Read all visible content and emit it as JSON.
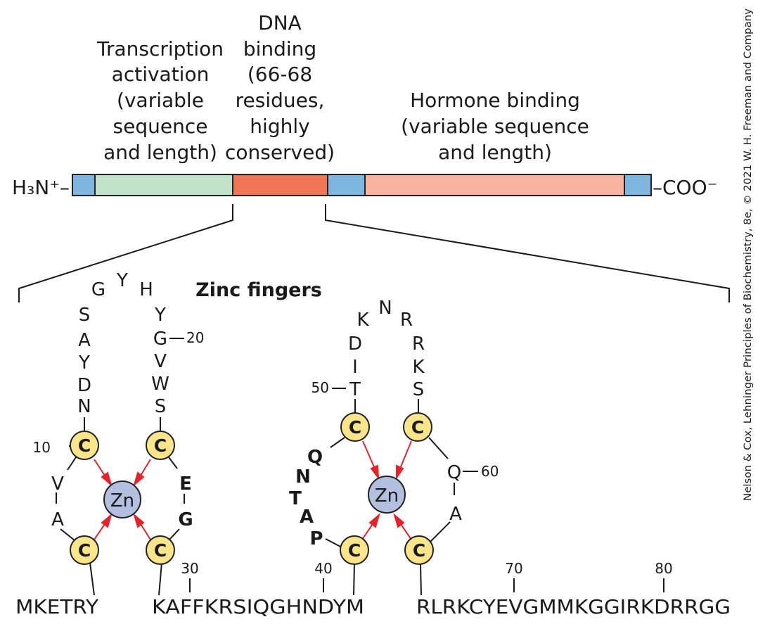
{
  "domain_bar": {
    "n_terminus": "H₃N⁺–",
    "c_terminus": "–COO⁻",
    "segments": [
      {
        "id": "linker-1",
        "color": "#7fb6e0"
      },
      {
        "id": "transcription-activation",
        "color": "#bfe2c8"
      },
      {
        "id": "dna-binding",
        "color": "#f07458"
      },
      {
        "id": "linker-2",
        "color": "#7fb6e0"
      },
      {
        "id": "hormone-binding",
        "color": "#f8b4a0"
      },
      {
        "id": "linker-3",
        "color": "#7fb6e0"
      }
    ]
  },
  "labels": {
    "transcription_activation": [
      "Transcription",
      "activation",
      "(variable",
      "sequence",
      "and length)"
    ],
    "dna_binding": [
      "DNA",
      "binding",
      "(66-68",
      "residues,",
      "highly",
      "conserved)"
    ],
    "hormone_binding": [
      "Hormone binding",
      "(variable sequence",
      "and length)"
    ],
    "zinc_fingers_title": "Zinc fingers"
  },
  "zinc_fingers": {
    "ion_label": "Zn",
    "cysteine_label": "C",
    "ion_color": "#b3bfdf",
    "cysteine_color": "#fbe58a",
    "coordination_color": "#e5232b",
    "finger1": {
      "left_strand": [
        "N",
        "D",
        "Y",
        "A",
        "S",
        "G"
      ],
      "loop_top": "Y",
      "right_strand": [
        "H",
        "Y",
        "G",
        "V",
        "W",
        "S"
      ],
      "left_link": [
        "V",
        "A"
      ],
      "right_link": [
        "E",
        "G"
      ],
      "position_markers": [
        "10",
        "20"
      ]
    },
    "finger2": {
      "left_strand": [
        "T",
        "I",
        "D",
        "K"
      ],
      "loop_top": "N",
      "right_strand": [
        "R",
        "R",
        "K",
        "S"
      ],
      "left_link": [
        "Q",
        "N",
        "T",
        "A",
        "P"
      ],
      "right_link": [
        "Q",
        "A"
      ],
      "position_markers": [
        "50",
        "60"
      ]
    }
  },
  "sequence": {
    "segments": [
      "MKETRY",
      "KAFFKRSIQGHNDYM",
      "RLRKCYEVGMMKGGIRKDRRGG"
    ],
    "position_labels": [
      "30",
      "40",
      "70",
      "80"
    ]
  },
  "credit": "Nelson & Cox, Lehninger Principles of Biochemistry, 8e, © 2021 W. H. Freeman and Company"
}
